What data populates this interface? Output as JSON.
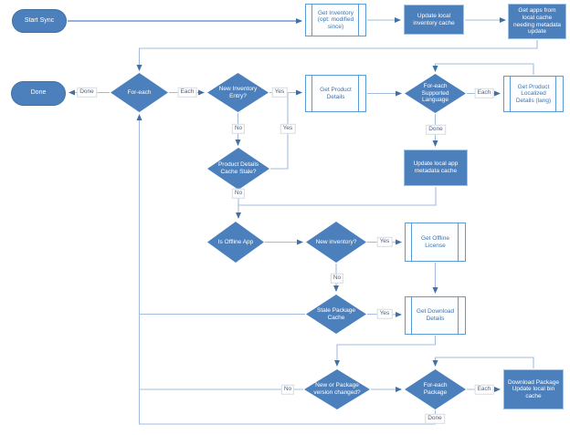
{
  "diagram": "App sync flowchart",
  "colors": {
    "shape_fill": "#4c80bd",
    "shape_border": "#41719c",
    "subprocess_border": "#5b9bd5",
    "subprocess_text": "#3e74ae",
    "connector": "#a3bcde",
    "arrowhead": "#3f71a5",
    "edge_label_text": "#51607a"
  },
  "nodes": {
    "start": {
      "label": "Start Sync"
    },
    "get_inventory": {
      "label": "Get Inventory (opt: modified since)"
    },
    "update_inventory_cache": {
      "label": "Update local inventory cache"
    },
    "get_apps": {
      "label": "Get apps from local cache needing metadata update"
    },
    "done": {
      "label": "Done"
    },
    "foreach": {
      "label": "For-each"
    },
    "new_inventory_entry": {
      "label": "New Inventory Entry?"
    },
    "get_product_details": {
      "label": "Get Product Details"
    },
    "foreach_language": {
      "label": "For-each Supported Language"
    },
    "get_localized_details": {
      "label": "Get Product Localized Details (lang)"
    },
    "product_details_cache_stale": {
      "label": "Product Details Cache Stale?"
    },
    "update_metadata_cache": {
      "label": "Update local app metadata cache"
    },
    "is_offline_app": {
      "label": "Is Offline App"
    },
    "new_inventory": {
      "label": "New inventory?"
    },
    "get_offline_license": {
      "label": "Get Offline License"
    },
    "stale_package_cache": {
      "label": "Stale Package Cache"
    },
    "get_download_details": {
      "label": "Get Download Details"
    },
    "package_changed": {
      "label": "New or Package version changed?"
    },
    "foreach_package": {
      "label": "For-each Package"
    },
    "download_package": {
      "label": "Download Package Update local bin cache"
    }
  },
  "edge_labels": {
    "foreach_done": "Done",
    "foreach_each": "Each",
    "entry_yes": "Yes",
    "entry_no": "No",
    "stale_yes": "Yes",
    "stale_no": "No",
    "language_each": "Each",
    "language_done": "Done",
    "inventory_yes": "Yes",
    "inventory_no": "No",
    "package_yes": "Yes",
    "changed_no": "No",
    "package_each": "Each",
    "package_done": "Done"
  }
}
